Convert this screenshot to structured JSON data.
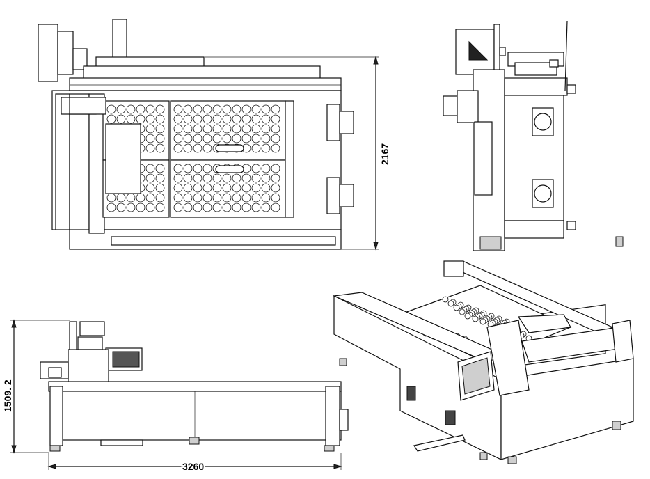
{
  "drawing": {
    "dimensions": {
      "top_height": "2167",
      "side_height": "1509. 2",
      "side_length": "3260"
    }
  }
}
